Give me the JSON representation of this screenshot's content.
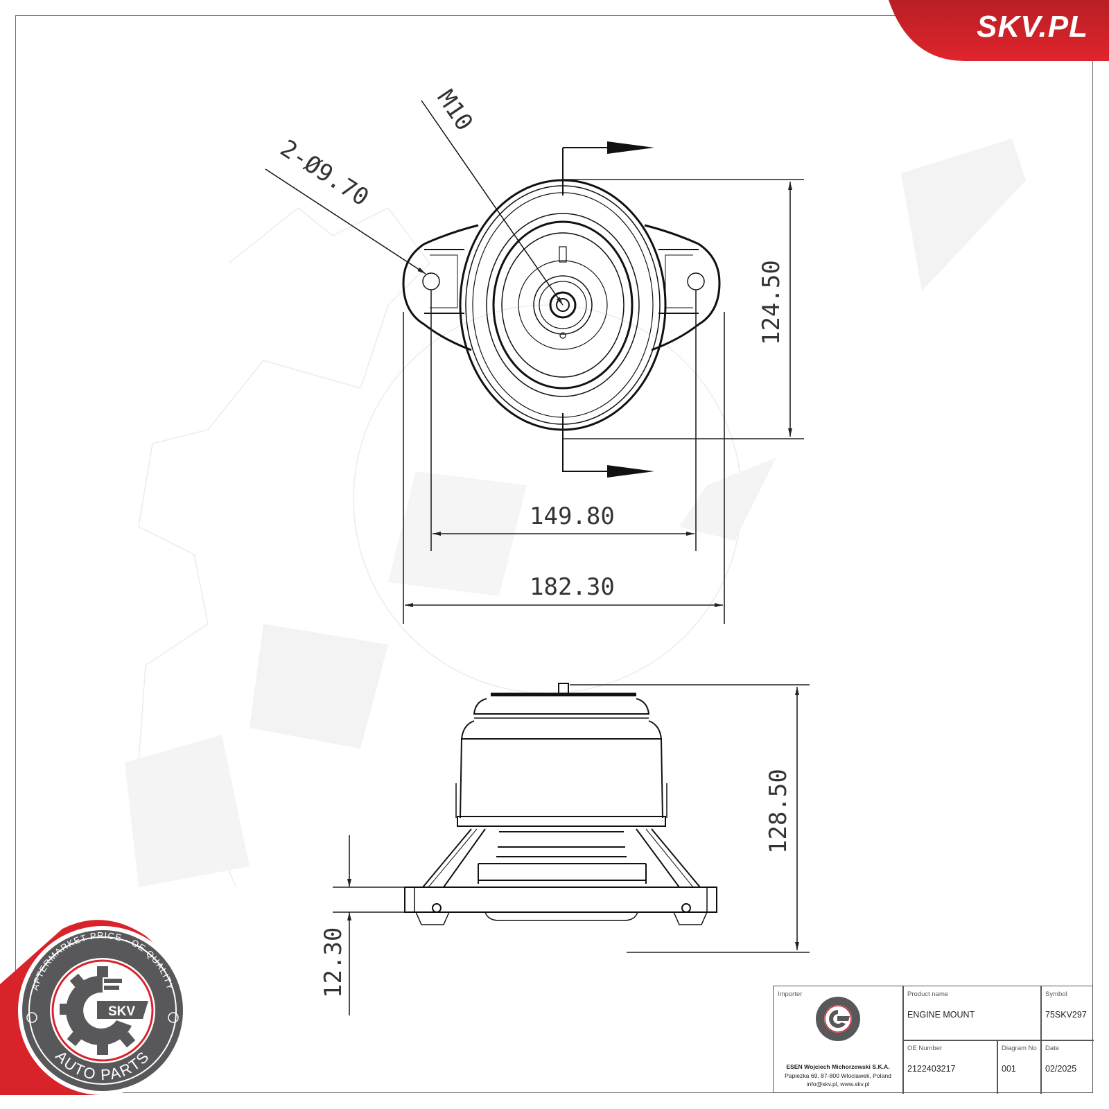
{
  "brand": {
    "site_label": "SKV.PL",
    "accent_color": "#d9232b"
  },
  "badge": {
    "top_text": "AFTERMARKET PRICE - OE QUALITY",
    "center_text": "SKV",
    "bottom_text": "AUTO PARTS",
    "ring_color": "#58585a",
    "accent_color": "#d9232b"
  },
  "drawing": {
    "top_view": {
      "thread_callout": "M10",
      "hole_callout": "2-Ø9.70",
      "height_dim": "124.50",
      "hole_spacing_dim": "149.80",
      "overall_width_dim": "182.30"
    },
    "side_view": {
      "overall_height_dim": "128.50",
      "flange_thickness_dim": "12.30"
    }
  },
  "title_block": {
    "importer": {
      "label": "Importer",
      "company": "ESEN Wojciech Michorzewski S.K.A.",
      "address": "Papiezka 69, 87-800 Wloclawek, Poland",
      "contact": "info@skv.pl, www.skv.pl"
    },
    "product_name": {
      "label": "Product name",
      "value": "ENGINE MOUNT"
    },
    "symbol": {
      "label": "Symbol",
      "value": "75SKV297"
    },
    "oe_number": {
      "label": "OE Number",
      "value": "2122403217"
    },
    "diagram_no": {
      "label": "Diagram No",
      "value": "001"
    },
    "date": {
      "label": "Date",
      "value": "02/2025"
    }
  }
}
